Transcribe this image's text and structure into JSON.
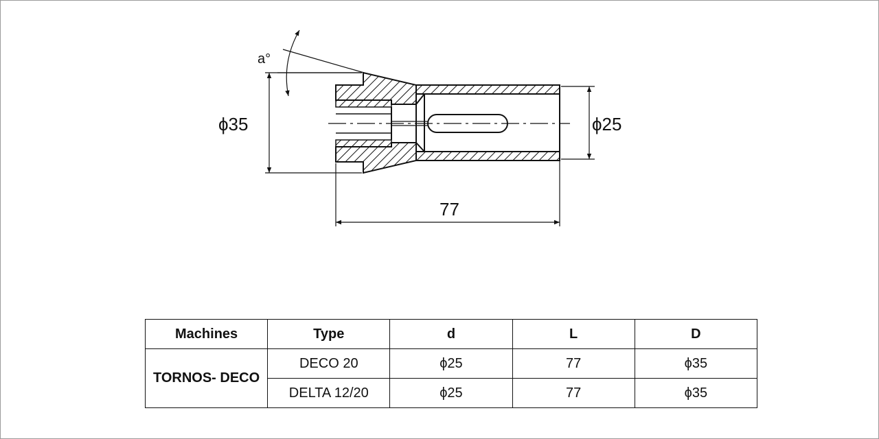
{
  "drawing": {
    "dim_length": "77",
    "dim_outer_diameter": "ϕ35",
    "dim_inner_diameter": "ϕ25",
    "angle_label": "a°"
  },
  "table": {
    "headers": [
      "Machines",
      "Type",
      "d",
      "L",
      "D"
    ],
    "machine": "TORNOS- DECO",
    "rows": [
      {
        "type": "DECO 20",
        "d": "ϕ25",
        "L": "77",
        "D": "ϕ35"
      },
      {
        "type": "DELTA 12/20",
        "d": "ϕ25",
        "L": "77",
        "D": "ϕ35"
      }
    ]
  }
}
